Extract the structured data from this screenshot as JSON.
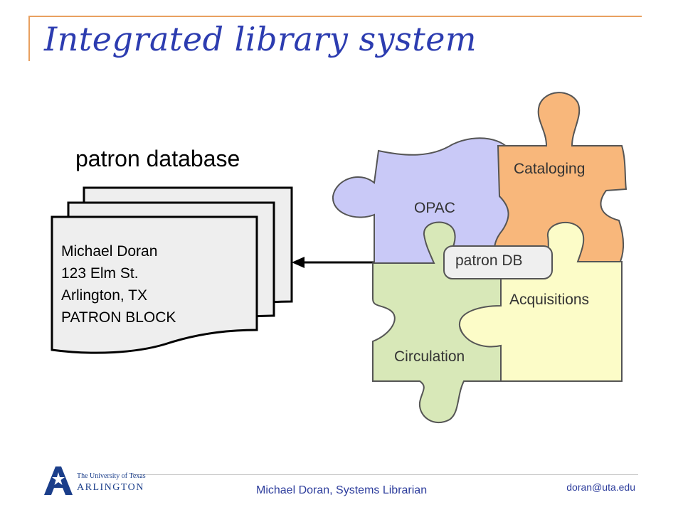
{
  "slide": {
    "title": "Integrated library system"
  },
  "database": {
    "heading": "patron database",
    "record_lines": [
      "Michael Doran",
      "123 Elm St.",
      "Arlington, TX",
      "PATRON BLOCK"
    ]
  },
  "modules": {
    "opac": "OPAC",
    "cataloging": "Cataloging",
    "circulation": "Circulation",
    "acquisitions": "Acquisitions",
    "patron_db": "patron DB"
  },
  "colors": {
    "opac": "#c9c9f7",
    "cataloging": "#f8b77b",
    "circulation": "#d8e8b8",
    "acquisitions": "#fcfcc8",
    "patron_db_tag": "#efefef",
    "title": "#2c3cb0",
    "frame": "#e8a060"
  },
  "logo": {
    "line1": "The University of Texas",
    "line2": "ARLINGTON"
  },
  "footer": {
    "center": "Michael Doran, Systems Librarian",
    "email": "doran@uta.edu"
  }
}
